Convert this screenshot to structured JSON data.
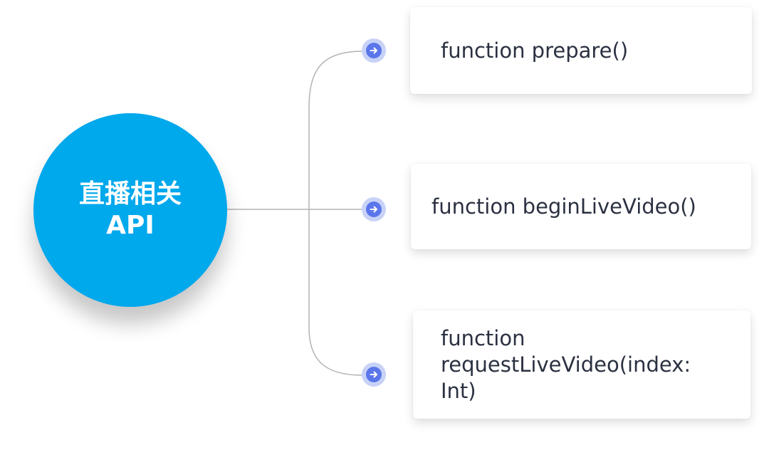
{
  "hub": {
    "line1": "直播相关",
    "line2": "API",
    "color": "#00a8ec"
  },
  "branches": [
    {
      "label": "function prepare()",
      "icon": "arrow-right-circle-icon"
    },
    {
      "label": "function beginLiveVideo()",
      "icon": "arrow-right-circle-icon"
    },
    {
      "label": "function requestLiveVideo(index: Int)",
      "icon": "arrow-right-circle-icon"
    }
  ],
  "colors": {
    "connector": "#b3b3b3",
    "arrow_outer": "#c8d2f7",
    "arrow_inner": "#5a76ea",
    "card_text": "#2b3141"
  }
}
